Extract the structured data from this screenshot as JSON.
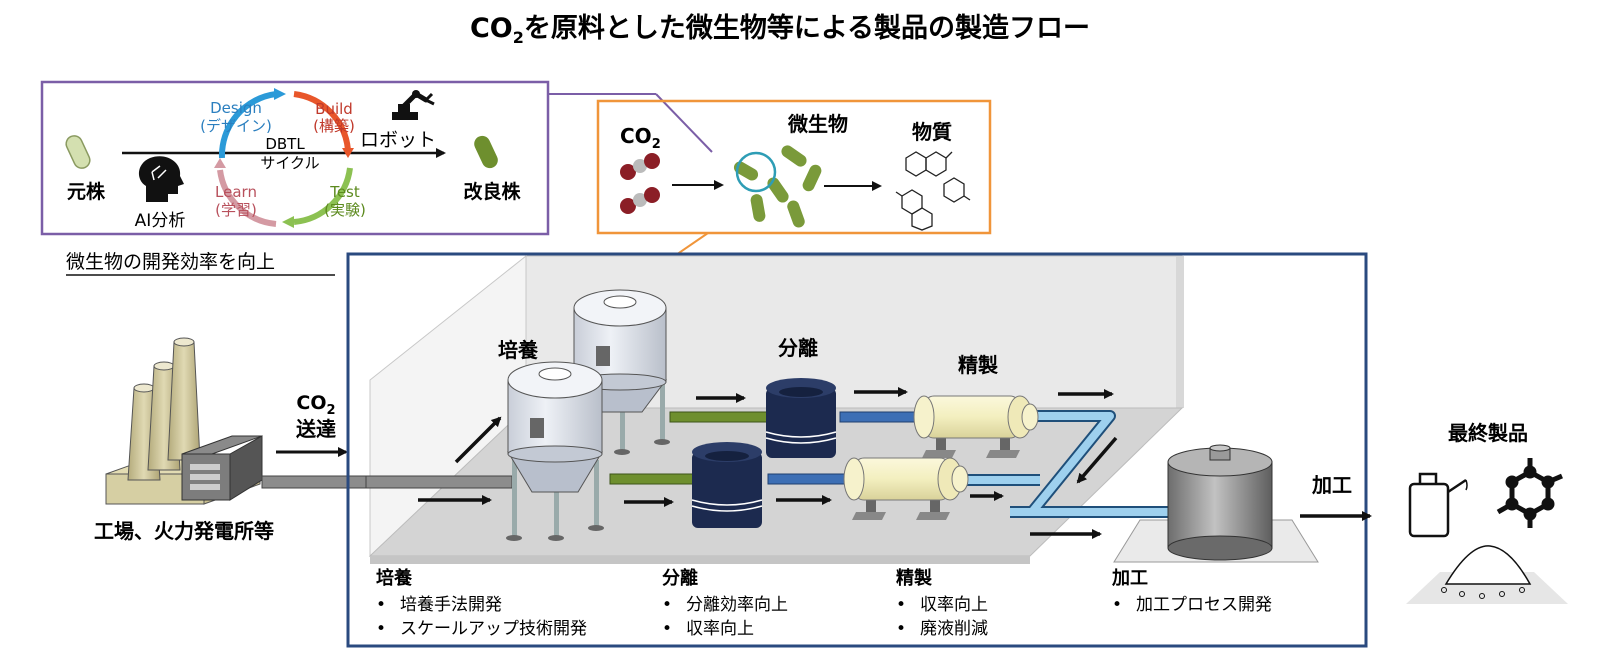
{
  "title": {
    "main": "CO",
    "sub": "2",
    "rest": "を原料とした微生物等による製品の製造フロー"
  },
  "dbtl": {
    "origin_label": "元株",
    "improved_label": "改良株",
    "ai_label": "AI分析",
    "robot_label": "ロボット",
    "cycle_label_1": "DBTL",
    "cycle_label_2": "サイクル",
    "design_en": "Design",
    "design_ja": "(デザイン)",
    "build_en": "Build",
    "build_ja": "(構築)",
    "test_en": "Test",
    "test_ja": "(実験)",
    "learn_en": "Learn",
    "learn_ja": "(学習)",
    "caption": "微生物の開発効率を向上",
    "colors": {
      "design": "#2b9ad8",
      "build": "#e8562a",
      "test": "#8cc152",
      "learn": "#d49aa3",
      "frame": "#7b5ea7"
    }
  },
  "micro": {
    "co2_main": "CO",
    "co2_sub": "2",
    "microbe_label": "微生物",
    "substance_label": "物質",
    "colors": {
      "frame": "#f0953a",
      "bacteria": "#7a9a3a",
      "molecule": "#8b1e26"
    }
  },
  "factory": {
    "label": "工場、火力発電所等",
    "co2_main": "CO",
    "co2_sub": "2",
    "transport_label": "送達"
  },
  "process": {
    "culture_label": "培養",
    "separation_label": "分離",
    "purification_label": "精製",
    "processing_label": "加工",
    "frame_color": "#2a4a7f"
  },
  "notes": {
    "culture": {
      "title": "培養",
      "items": [
        "培養手法開発",
        "スケールアップ技術開発"
      ]
    },
    "separation": {
      "title": "分離",
      "items": [
        "分離効率向上",
        "収率向上"
      ]
    },
    "purification": {
      "title": "精製",
      "items": [
        "収率向上",
        "廃液削減"
      ]
    },
    "processing": {
      "title": "加工",
      "items": [
        "加工プロセス開発"
      ]
    }
  },
  "final": {
    "label": "最終製品"
  },
  "bullet": "•"
}
